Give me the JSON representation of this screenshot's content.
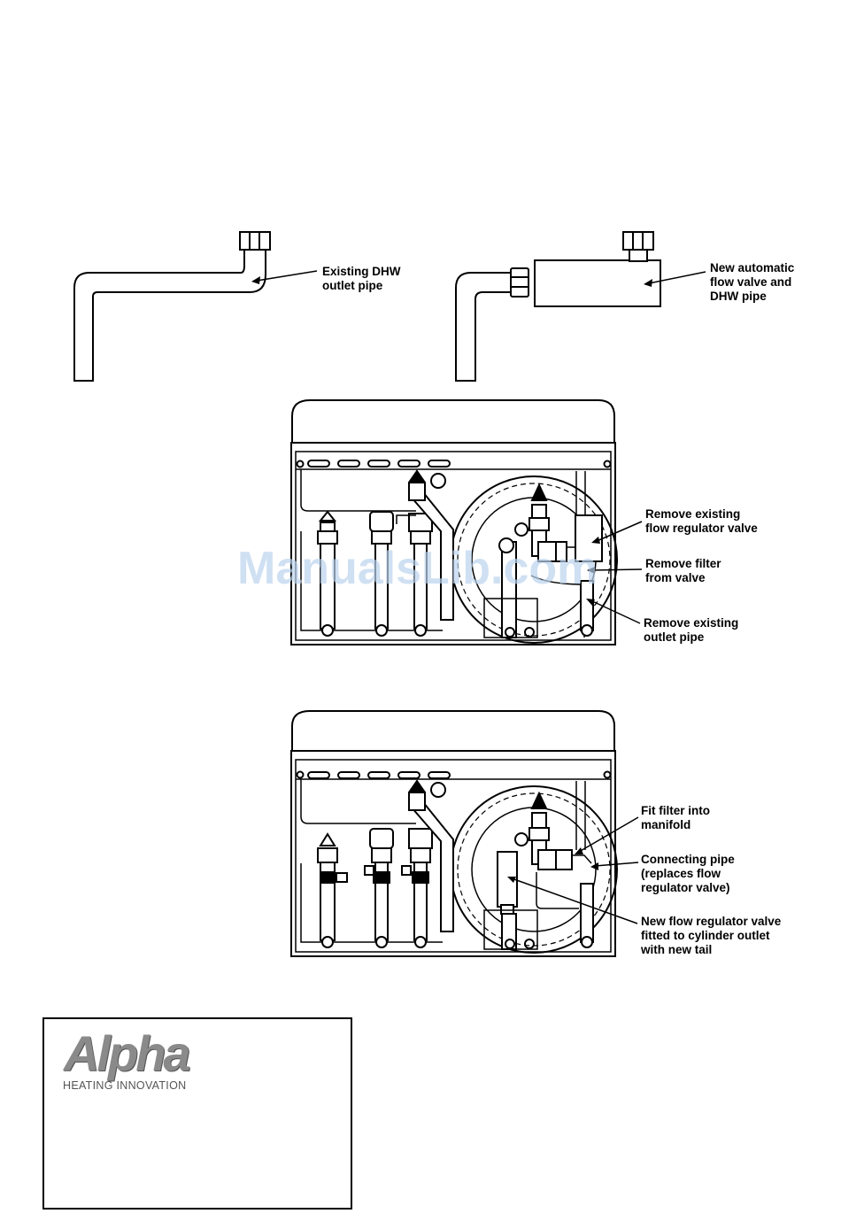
{
  "labels": {
    "existing_dhw": [
      "Existing DHW",
      "outlet pipe"
    ],
    "new_valve": [
      "New automatic",
      "flow valve and",
      "DHW pipe"
    ],
    "remove_regulator": [
      "Remove existing",
      "flow regulator valve"
    ],
    "remove_filter": [
      "Remove filter",
      "from valve"
    ],
    "remove_outlet": [
      "Remove existing",
      "outlet pipe"
    ],
    "fit_filter": [
      "Fit filter into",
      "manifold"
    ],
    "connecting_pipe": [
      "Connecting pipe",
      "(replaces flow",
      "regulator valve)"
    ],
    "new_regulator": [
      "New flow regulator valve",
      "fitted to cylinder outlet",
      "with new tail"
    ]
  },
  "watermark": "ManualsLib.com",
  "logo": {
    "brand": "Alpha",
    "tagline": "HEATING  INNOVATION"
  }
}
